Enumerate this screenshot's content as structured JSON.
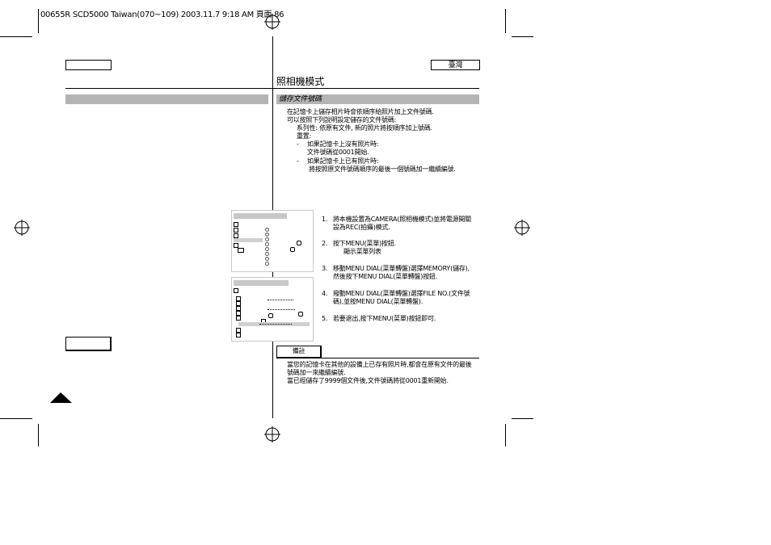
{
  "print_header": "00655R SCD5000 Taiwan(070~109)  2003.11.7  9:18 AM  頁面 86",
  "language_tab": "臺灣",
  "chapter_title": "照相機模式",
  "section": {
    "title": "儲存文件號碼",
    "intro_lines": [
      "在記憶卡上儲存相片時會依順序給照片加上文件號碼.",
      "可以按照下列說明設定儲存的文件號碼:"
    ],
    "series_line": "系列性: 依原有文件, 新的照片將按順序加上號碼.",
    "reset_label": "重置:",
    "bullets": [
      {
        "dash": "-",
        "text": "如果記憶卡上沒有照片時:",
        "detail": "文件號碼從0001開始."
      },
      {
        "dash": "-",
        "text": "如果記憶卡上已有照片時:",
        "detail": "將按照原文件號碼順序的最後一個號碼加一繼續編號."
      }
    ]
  },
  "steps": [
    {
      "num": "1.",
      "lines": [
        "將本機設置為CAMERA(照相機模式)並將電源開關",
        "設為REC(拍攝)模式."
      ]
    },
    {
      "num": "2.",
      "lines": [
        "按下MENU(菜單)按鈕.",
        "顯示菜單列表"
      ]
    },
    {
      "num": "3.",
      "lines": [
        "移動MENU DIAL(菜單轉盤)選擇MEMORY(儲存),",
        "然後按下MENU DIAL(菜單轉盤)按鈕."
      ]
    },
    {
      "num": "4.",
      "lines": [
        "撥動MENU DIAL(菜單轉盤)選擇FILE NO.(文件號",
        "碼),並按MENU DIAL(菜單轉盤)."
      ]
    },
    {
      "num": "5.",
      "lines": [
        "若要退出,按下MENU(菜單)按鈕即可."
      ]
    }
  ],
  "note": {
    "label": "備註",
    "lines": [
      "當您的記憶卡在其他的設備上已存有照片時,都會在原有文件的最後",
      "號碼加一來繼續編號.",
      "當已經儲存了9999個文件後,文件號碼將從0001重新開始."
    ]
  },
  "colors": {
    "gray_bar": "#b4b4b4",
    "text": "#000000"
  },
  "icons": [
    "registration-crosshair-icon",
    "page-triangle-icon"
  ]
}
